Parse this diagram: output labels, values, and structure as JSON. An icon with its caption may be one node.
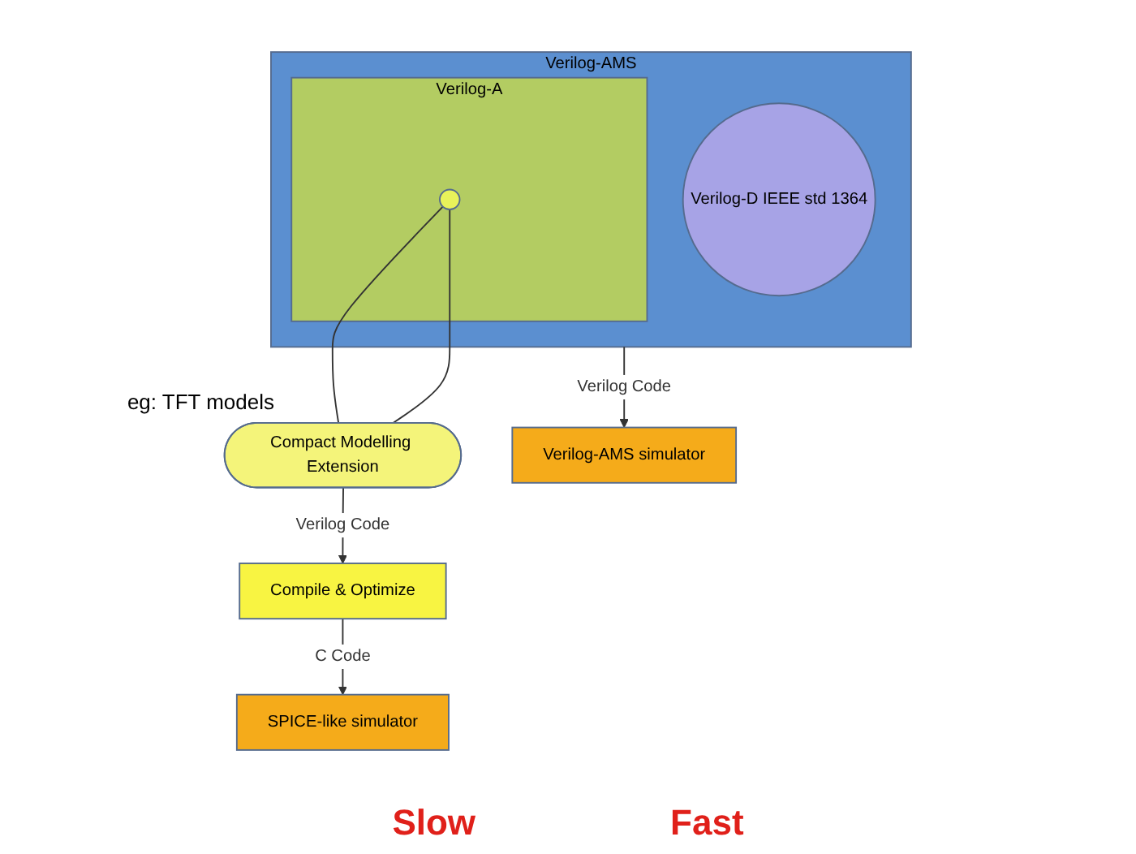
{
  "diagram": {
    "nodes": [
      {
        "text": [
          "Verilog-AMS"
        ]
      },
      {
        "text": [
          "Verilog-D IEEE std 1364"
        ],
        "in": 0
      },
      {
        "text": [
          "Verilog-A"
        ],
        "in": 0
      },
      {
        "text": [],
        "shape": "circle",
        "in": 2
      },
      {
        "text": [
          "Compact Modelling Extension"
        ],
        "beside": [
          "eg: TFT models"
        ]
      },
      {
        "text": [
          "Compile & Optimize"
        ]
      },
      {
        "text": [
          "Verilog-AMS simulator"
        ]
      },
      {
        "text": [
          "SPICE-like simulator"
        ]
      }
    ],
    "edges": [
      {
        "from": 3,
        "to": 4,
        "arrow": "none"
      },
      {
        "from": 3,
        "to": 4,
        "arrow": "none"
      },
      {
        "from": 4,
        "to": 5,
        "arrow": "to",
        "label": "Verilog Code"
      },
      {
        "from": 5,
        "to": 7,
        "arrow": "to",
        "label": "C Code"
      },
      {
        "from": 0,
        "to": 6,
        "arrow": "to",
        "label": "Verilog Code"
      }
    ],
    "labels": [
      "Slow",
      "Fast"
    ]
  }
}
